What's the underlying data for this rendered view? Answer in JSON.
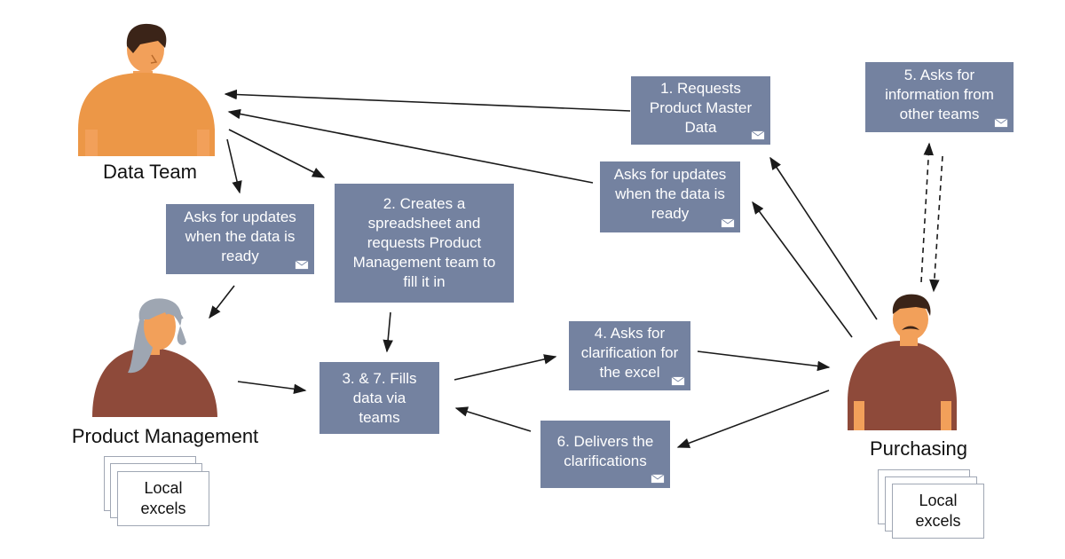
{
  "actors": {
    "data_team": "Data Team",
    "product_management": "Product Management",
    "purchasing": "Purchasing"
  },
  "steps": {
    "requests_master_data": "1. Requests\nProduct Master\nData",
    "creates_spreadsheet": "2. Creates a\nspreadsheet and\nrequests Product\nManagement team to\nfill it in",
    "fills_data": "3. & 7. Fills\ndata via\nteams",
    "asks_clarification": "4. Asks for\nclarification for\nthe excel",
    "asks_other_teams": "5. Asks for\ninformation from\nother teams",
    "delivers_clarifications": "6. Delivers the\nclarifications",
    "asks_updates_left": "Asks for updates\nwhen the data is\nready",
    "asks_updates_right": "Asks for updates\nwhen the data is\nready"
  },
  "documents": {
    "pm_local_excels": "Local\nexcels",
    "purchasing_local_excels": "Local\nexcels"
  },
  "colors": {
    "box_fill": "#7482a0",
    "box_text": "#ffffff",
    "arrow": "#1a1a1a",
    "data_team_shirt": "#ec9747",
    "pm_shirt": "#8e4a3a",
    "purchasing_shirt": "#8e4a3a",
    "skin": "#f2a05a",
    "hair_dark": "#3b2418",
    "hair_grey": "#9ea6b2"
  },
  "icons": [
    "envelope-icon",
    "document-stack-icon"
  ]
}
